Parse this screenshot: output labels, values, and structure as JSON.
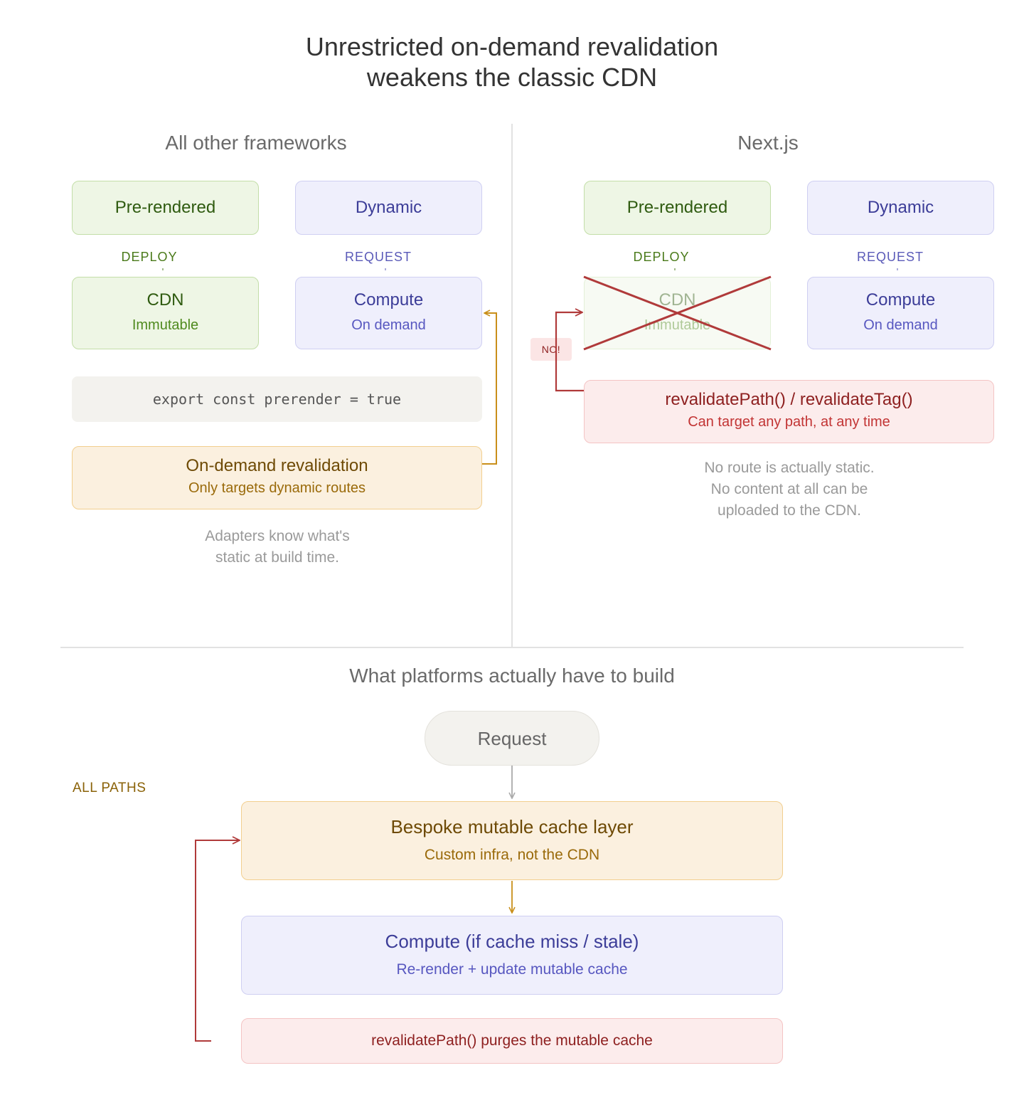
{
  "title": {
    "line1": "Unrestricted on-demand revalidation",
    "line2": "weakens the classic CDN"
  },
  "left": {
    "heading": "All other frameworks",
    "prerendered": "Pre-rendered",
    "dynamic": "Dynamic",
    "deploy_label": "DEPLOY",
    "request_label": "REQUEST",
    "cdn_title": "CDN",
    "cdn_sub": "Immutable",
    "compute_title": "Compute",
    "compute_sub": "On demand",
    "code": "export const prerender = true",
    "revalidation_title": "On-demand revalidation",
    "revalidation_sub": "Only targets dynamic routes",
    "note_line1": "Adapters know what's",
    "note_line2": "static at build time."
  },
  "right": {
    "heading": "Next.js",
    "prerendered": "Pre-rendered",
    "dynamic": "Dynamic",
    "deploy_label": "DEPLOY",
    "request_label": "REQUEST",
    "cdn_title": "CDN",
    "cdn_sub": "Immutable",
    "compute_title": "Compute",
    "compute_sub": "On demand",
    "no_badge": "NO!",
    "revalidate_title": "revalidatePath() / revalidateTag()",
    "revalidate_sub": "Can target any path, at any time",
    "note_line1": "No route is actually static.",
    "note_line2": "No content at all can be",
    "note_line3": "uploaded to the CDN."
  },
  "bottom": {
    "heading": "What platforms actually have to build",
    "request": "Request",
    "all_paths_label": "ALL PATHS",
    "cache_title": "Bespoke mutable cache layer",
    "cache_sub": "Custom infra, not the CDN",
    "compute_title": "Compute (if cache miss / stale)",
    "compute_sub": "Re-render + update mutable cache",
    "purge": "revalidatePath() purges the mutable cache"
  },
  "colors": {
    "green": "#2f5b10",
    "purple": "#3c3d98",
    "orange": "#8a6208",
    "red": "#b03a3a",
    "grey_text": "#6a6a6a"
  }
}
